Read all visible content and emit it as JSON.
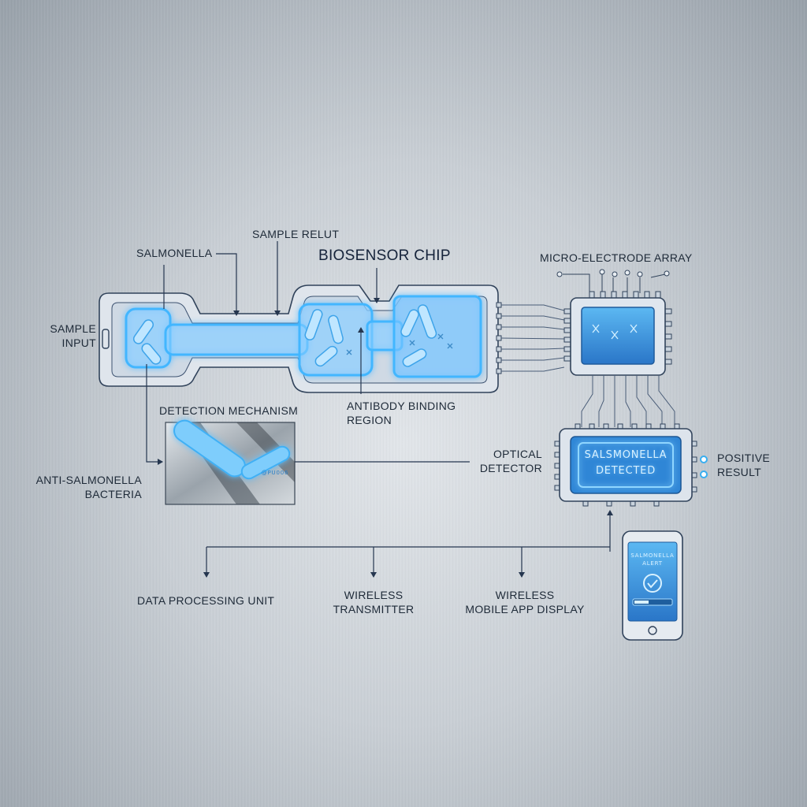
{
  "diagram": {
    "title": "BIOSENSOR CHIP",
    "labels": {
      "salmonella": "SALMONELLA",
      "sample_relut": "SAMPLE RELUT",
      "sample_input": [
        "SAMPLE",
        "INPUT"
      ],
      "micro_electrode_array": "MICRO-ELECTRODE ARRAY",
      "detection_mechanism": "DETECTION MECHANISM",
      "antibody_binding_region": [
        "ANTIBODY BINDING",
        "REGION"
      ],
      "optical_detector": [
        "OPTICAL",
        "DETECTOR"
      ],
      "anti_salmonella_bacteria": [
        "ANTI-SALMONELLA",
        "BACTERIA"
      ],
      "positive_result": [
        "POSITIVE",
        "RESULT"
      ],
      "data_processing_unit": "DATA PROCESSING UNIT",
      "wireless_transmitter": [
        "WIRELESS",
        "TRANSMITTER"
      ],
      "wireless_mobile_app_display": [
        "WIRELESS",
        "MOBILE APP DISPLAY"
      ]
    },
    "detector_screen": [
      "SALSMONELLA",
      "DETECTED"
    ],
    "micrograph_caption": "@PU006",
    "phone_screen": [
      "SALMONELLA",
      "ALERT"
    ]
  },
  "colors": {
    "glow": "#3fb4ff",
    "line": "#25364f",
    "chip_body": "#dde4ec",
    "screen": "#2b7fd0"
  },
  "icons": [
    "checkmark-icon",
    "home-button-icon",
    "bacteria-icon"
  ]
}
